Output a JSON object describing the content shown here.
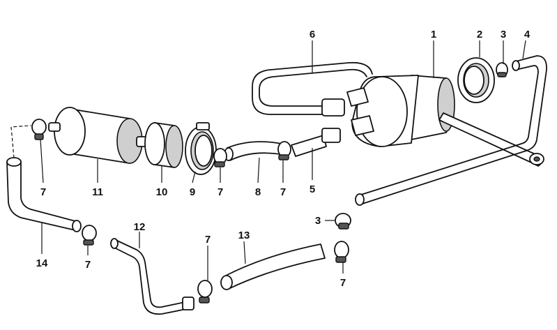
{
  "diagram": {
    "callouts": [
      {
        "id": "c1",
        "text": "1"
      },
      {
        "id": "c2",
        "text": "2"
      },
      {
        "id": "c3a",
        "text": "3"
      },
      {
        "id": "c3b",
        "text": "3"
      },
      {
        "id": "c4",
        "text": "4"
      },
      {
        "id": "c5",
        "text": "5"
      },
      {
        "id": "c6",
        "text": "6"
      },
      {
        "id": "c7a",
        "text": "7"
      },
      {
        "id": "c7b",
        "text": "7"
      },
      {
        "id": "c7c",
        "text": "7"
      },
      {
        "id": "c7d",
        "text": "7"
      },
      {
        "id": "c7e",
        "text": "7"
      },
      {
        "id": "c7f",
        "text": "7"
      },
      {
        "id": "c8",
        "text": "8"
      },
      {
        "id": "c9",
        "text": "9"
      },
      {
        "id": "c10",
        "text": "10"
      },
      {
        "id": "c11",
        "text": "11"
      },
      {
        "id": "c12",
        "text": "12"
      },
      {
        "id": "c13",
        "text": "13"
      },
      {
        "id": "c14",
        "text": "14"
      }
    ]
  }
}
